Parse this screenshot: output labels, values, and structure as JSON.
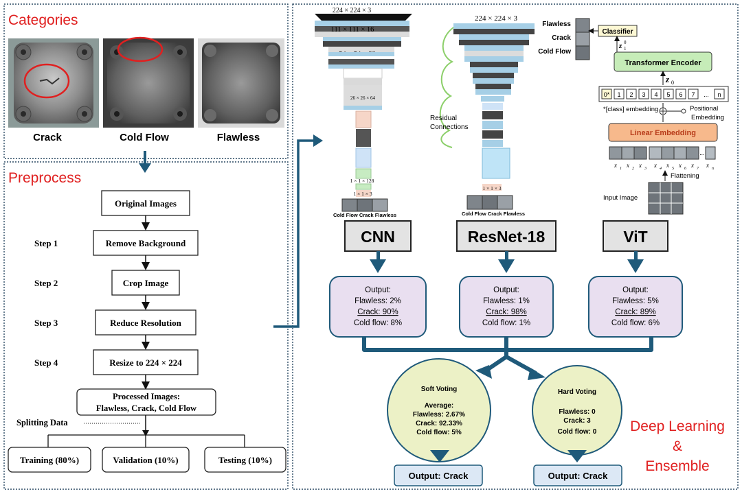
{
  "colors": {
    "red": "#e02020",
    "navy": "#1f5a7a",
    "output_fill": "#e9dff0",
    "vote_fill": "#ecf1c6",
    "final_fill": "#dce8f5",
    "model_fill": "#e3e3e3",
    "border_dot": "#2b4a63"
  },
  "categories": {
    "title": "Categories",
    "items": [
      {
        "label": "Crack",
        "marked": true
      },
      {
        "label": "Cold Flow",
        "marked": true
      },
      {
        "label": "Flawless",
        "marked": false
      }
    ]
  },
  "preprocess": {
    "title": "Preprocess",
    "start": "Original Images",
    "steps": [
      {
        "label": "Step 1",
        "text": "Remove Background"
      },
      {
        "label": "Step 2",
        "text": "Crop Image"
      },
      {
        "label": "Step 3",
        "text": "Reduce Resolution"
      },
      {
        "label": "Step 4",
        "text": "Resize to 224 × 224"
      }
    ],
    "processed_line1": "Processed Images:",
    "processed_line2": "Flawless, Crack, Cold Flow",
    "splitting": "Splitting Data",
    "splits": [
      "Training (80%)",
      "Validation (10%)",
      "Testing (10%)"
    ]
  },
  "cnn_arch": {
    "dims": [
      "224 × 224 × 3",
      "111 × 111 × 16",
      "54 × 54 × 32",
      "26 × 26 × 64",
      "1 × 1 × 128",
      "1 × 1 × 3"
    ],
    "thumb_labels": "Cold Flow Crack Flawless"
  },
  "resnet_arch": {
    "dims": [
      "224 × 224 × 3",
      "1 × 1 × 3"
    ],
    "residual": [
      "Residual",
      "Connections"
    ],
    "thumb_labels": "Cold Flow Crack Flawless"
  },
  "vit_arch": {
    "class_labels": [
      "Flawless",
      "Crack",
      "Cold Flow"
    ],
    "classifier": "Classifier",
    "z_top": "z",
    "z_top_sup": "0",
    "z_top_sub": "1",
    "encoder": "Transformer Encoder",
    "z0": "z",
    "z0_sub": "0",
    "tokens": [
      "0*",
      "1",
      "2",
      "3",
      "4",
      "5",
      "6",
      "7",
      "...",
      "n"
    ],
    "class_embedding": "*[class] embedding",
    "positional": [
      "Positional",
      "Embedding"
    ],
    "linear": "Linear Embedding",
    "patch_labels": [
      "x",
      "x",
      "x",
      "x",
      "x",
      "x",
      "x",
      "...",
      "x"
    ],
    "patch_subs": [
      "1",
      "2",
      "3",
      "4",
      "5",
      "6",
      "7",
      "",
      "n"
    ],
    "flattening": "Flattening",
    "input_image": "Input Image"
  },
  "models": [
    {
      "name": "CNN",
      "flawless": "Flawless: 2%",
      "crack": "Crack: 90%",
      "cold": "Cold flow: 8%"
    },
    {
      "name": "ResNet-18",
      "flawless": "Flawless: 1%",
      "crack": "Crack: 98%",
      "cold": "Cold flow: 1%"
    },
    {
      "name": "ViT",
      "flawless": "Flawless: 5%",
      "crack": "Crack: 89%",
      "cold": "Cold flow: 6%"
    }
  ],
  "output_label": "Output:",
  "soft_voting": {
    "title": "Soft Voting",
    "average": "Average:",
    "flawless": "Flawless: 2.67%",
    "crack": "Crack: 92.33%",
    "cold": "Cold flow: 5%",
    "result": "Output: Crack"
  },
  "hard_voting": {
    "title": "Hard Voting",
    "flawless": "Flawless: 0",
    "crack": "Crack: 3",
    "cold": "Cold flow: 0",
    "result": "Output: Crack"
  },
  "dl_title": [
    "Deep Learning",
    "&",
    "Ensemble"
  ]
}
